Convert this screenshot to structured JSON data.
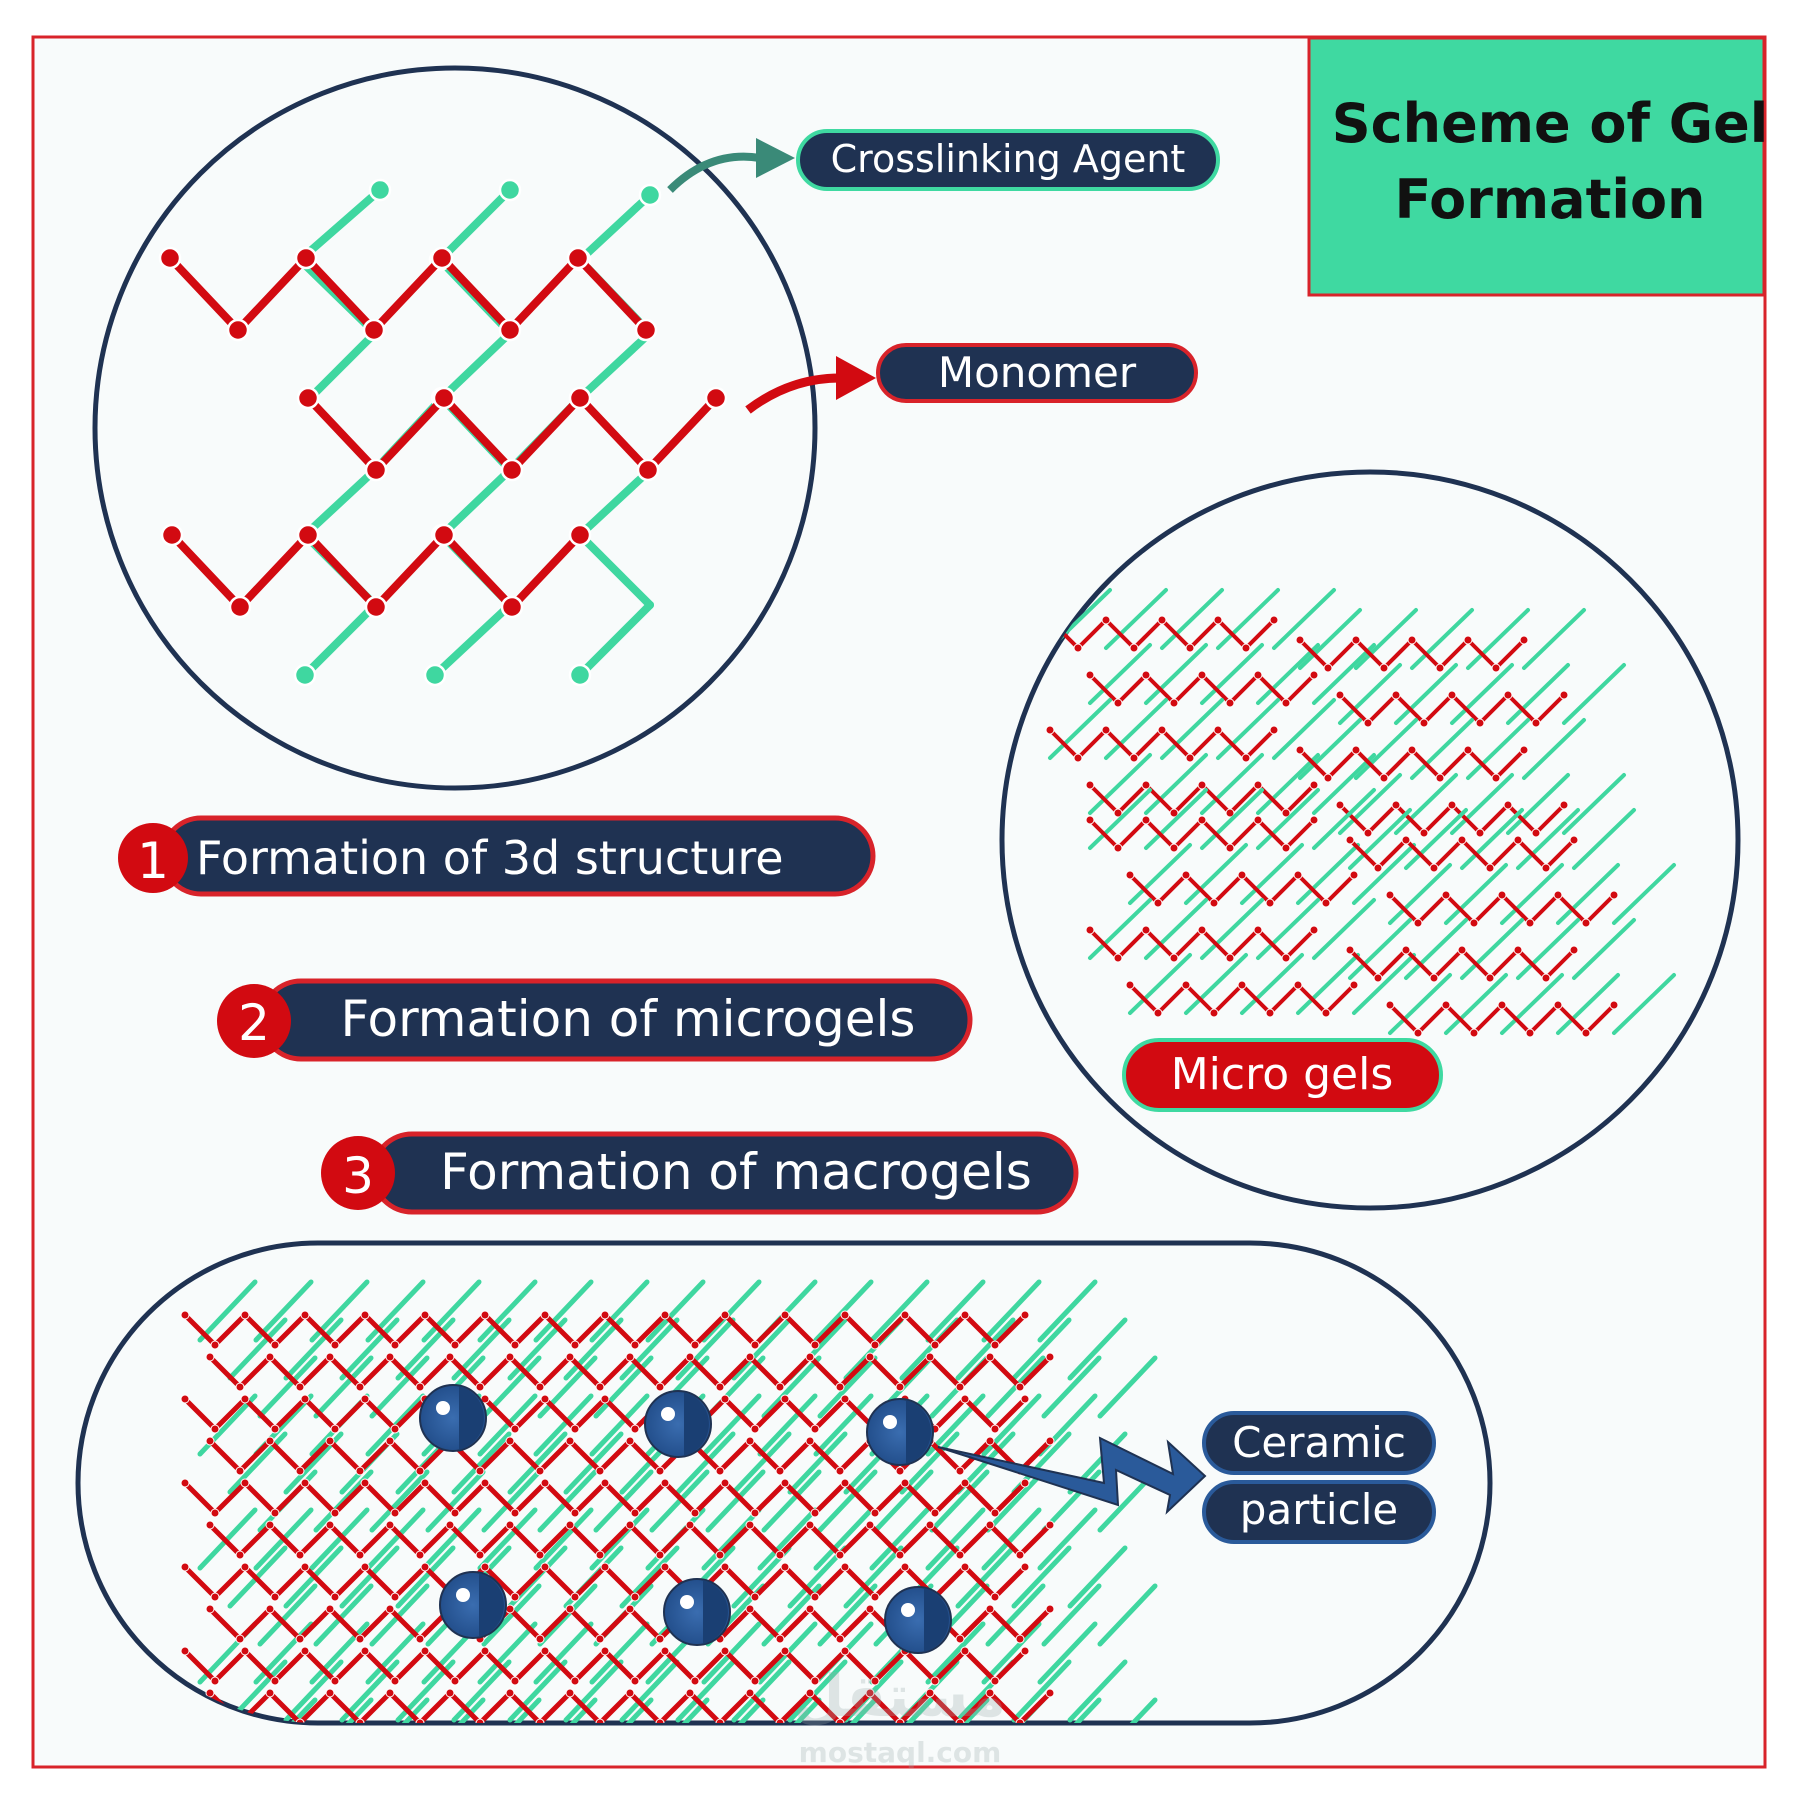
{
  "title": {
    "line1": "Scheme of Gel",
    "line2": "Formation"
  },
  "callouts": {
    "crosslinking_agent": "Crosslinking Agent",
    "monomer": "Monomer",
    "micro_gels": "Micro gels",
    "ceramic_line1": "Ceramic",
    "ceramic_line2": "particle"
  },
  "steps": [
    {
      "number": "1",
      "label": "Formation of 3d  structure"
    },
    {
      "number": "2",
      "label": "Formation of microgels"
    },
    {
      "number": "3",
      "label": "Formation of macrogels"
    }
  ],
  "watermark": {
    "arabic": "مستقل",
    "site": "mostaql.com"
  },
  "colors": {
    "border_red": "#d8232a",
    "monomer_red": "#d20a11",
    "crosslinker_green": "#3fd7a0",
    "navy": "#1f3252",
    "title_bg": "#3fd9a1",
    "ceramic_blue": "#2a5a9a",
    "background": "#f8fbfb"
  }
}
